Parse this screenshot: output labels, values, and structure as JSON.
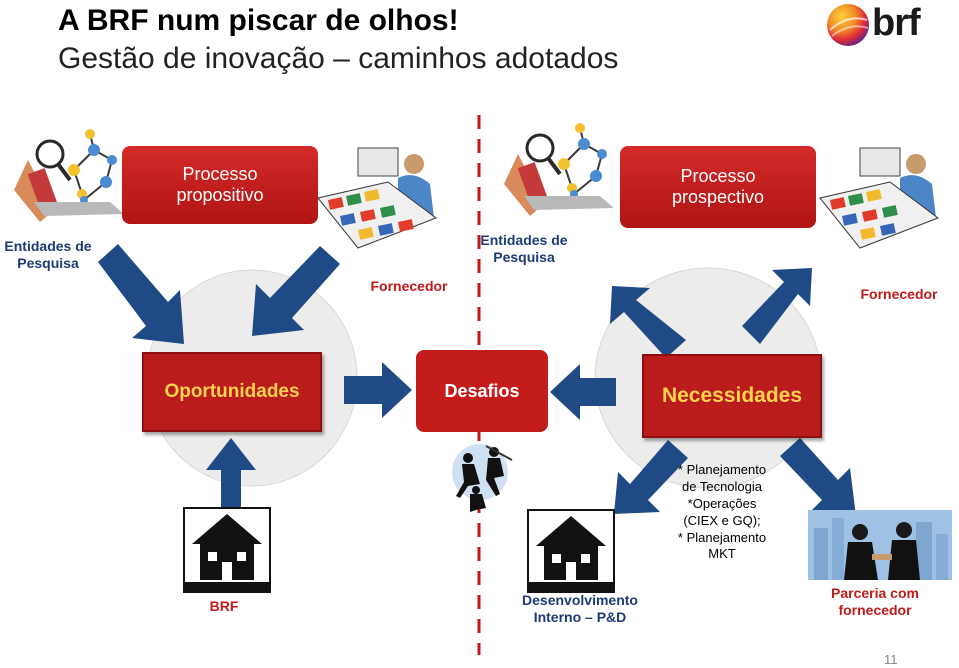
{
  "title": {
    "line1": "A BRF num piscar de olhos!",
    "line2": "Gestão de inovação – caminhos adotados"
  },
  "logo": {
    "text": "brf",
    "icon": "brf-sphere-logo"
  },
  "left": {
    "process_label": "Processo propositivo",
    "entidades_label": "Entidades de Pesquisa",
    "fornecedor_label": "Fornecedor",
    "oportunidades_label": "Oportunidades",
    "brf_label": "BRF"
  },
  "center": {
    "desafios_label": "Desafios",
    "desenvolvimento_label": "Desenvolvimento Interno – P&D"
  },
  "right": {
    "process_label": "Processo prospectivo",
    "entidades_label": "Entidades de Pesquisa",
    "fornecedor_label": "Fornecedor",
    "necessidades_label": "Necessidades",
    "notes": [
      "* Planejamento",
      "de Tecnologia",
      "*Operações",
      "(CIEX e GQ);",
      "* Planejamento",
      "MKT"
    ],
    "parceria_label": "Parceria com fornecedor"
  },
  "page_number": "11",
  "colors": {
    "red": "#c41b1b",
    "yellow_text": "#ffd34d",
    "arrow_blue": "#1f4a85",
    "circle_gray": "#ececec",
    "divider_red": "#c01a1a"
  }
}
